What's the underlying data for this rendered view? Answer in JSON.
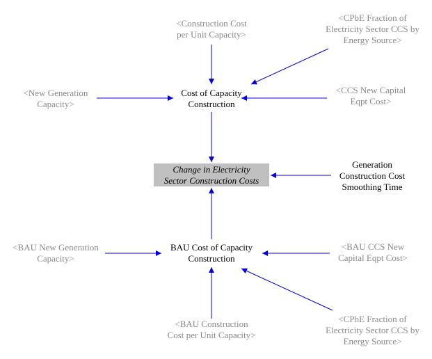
{
  "colors": {
    "arrow": "#0000e0",
    "shadow_text": "#8a8a8a",
    "variable_text": "#000000",
    "stock_fill": "#c0c0c0"
  },
  "nodes": {
    "construction_cost_per_unit": {
      "line1": "<Construction Cost",
      "line2": "per Unit Capacity>"
    },
    "cpbe_fraction_top": {
      "line1": "<CPbE Fraction of",
      "line2": "Electricity Sector CCS by",
      "line3": "Energy Source>"
    },
    "new_generation_capacity": {
      "line1": "<New Generation",
      "line2": "Capacity>"
    },
    "cost_of_capacity_construction": {
      "line1": "Cost of Capacity",
      "line2": "Construction"
    },
    "ccs_new_capital_eqpt_cost": {
      "line1": "<CCS New Capital",
      "line2": "Eqpt Cost>"
    },
    "change_in_construction_costs": {
      "line1": "Change in Electricity",
      "line2": "Sector Construction Costs"
    },
    "smoothing_time": {
      "line1": "Generation",
      "line2": "Construction Cost",
      "line3": "Smoothing Time"
    },
    "bau_new_generation_capacity": {
      "line1": "<BAU New Generation",
      "line2": "Capacity>"
    },
    "bau_cost_of_capacity_construction": {
      "line1": "BAU Cost of Capacity",
      "line2": "Construction"
    },
    "bau_ccs_new_capital_eqpt_cost": {
      "line1": "<BAU CCS New",
      "line2": "Capital Eqpt Cost>"
    },
    "bau_construction_cost_per_unit": {
      "line1": "<BAU Construction",
      "line2": "Cost per Unit Capacity>"
    },
    "cpbe_fraction_bottom": {
      "line1": "<CPbE Fraction of",
      "line2": "Electricity Sector CCS by",
      "line3": "Energy Source>"
    }
  }
}
